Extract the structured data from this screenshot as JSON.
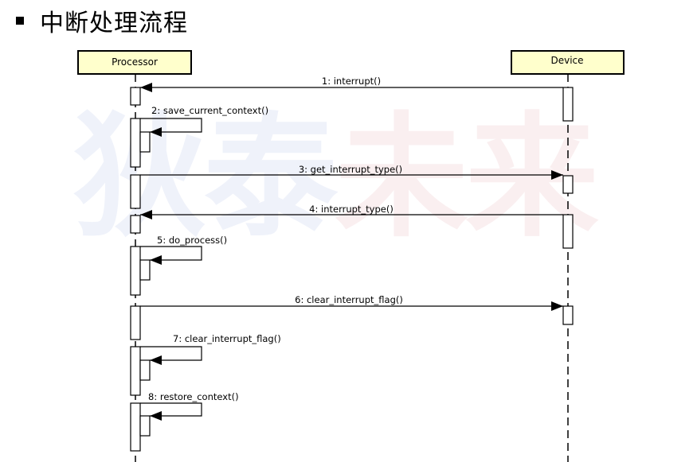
{
  "slide": {
    "title": "中断处理流程"
  },
  "watermark": {
    "part1": "狄泰",
    "part2": "未来"
  },
  "diagram": {
    "participants": [
      {
        "id": "processor",
        "name": "Processor",
        "fill": "#ffffcc",
        "border": "#000000"
      },
      {
        "id": "device",
        "name": "Device",
        "fill": "#ffffcc",
        "border": "#000000"
      }
    ],
    "messages": [
      {
        "label": "1: interrupt()",
        "from": "device",
        "to": "processor",
        "kind": "call"
      },
      {
        "label": "2: save_current_context()",
        "from": "processor",
        "to": "processor",
        "kind": "self"
      },
      {
        "label": "3: get_interrupt_type()",
        "from": "processor",
        "to": "device",
        "kind": "call"
      },
      {
        "label": "4: interrupt_type()",
        "from": "device",
        "to": "processor",
        "kind": "call"
      },
      {
        "label": "5: do_process()",
        "from": "processor",
        "to": "processor",
        "kind": "self"
      },
      {
        "label": "6: clear_interrupt_flag()",
        "from": "processor",
        "to": "device",
        "kind": "call"
      },
      {
        "label": "7: clear_interrupt_flag()",
        "from": "processor",
        "to": "processor",
        "kind": "self"
      },
      {
        "label": "8: restore_context()",
        "from": "processor",
        "to": "processor",
        "kind": "self"
      }
    ]
  }
}
